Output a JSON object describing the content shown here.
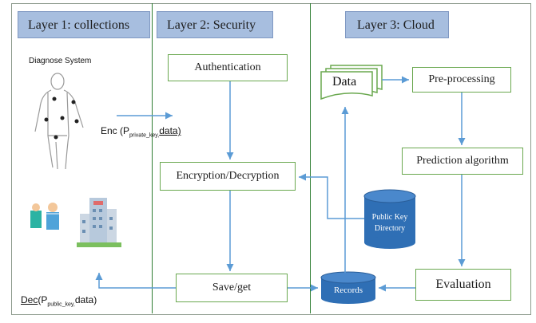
{
  "layers": {
    "layer1": "Layer 1: collections",
    "layer2": "Layer 2: Security",
    "layer3": "Layer 3: Cloud"
  },
  "layer1": {
    "diagnose_system": "Diagnose System",
    "enc_prefix": "Enc (P",
    "enc_sub": "private_key,",
    "enc_suffix": "data)",
    "dec_prefix": "Dec",
    "dec_mid": "(P",
    "dec_sub": "public_key,",
    "dec_suffix": "data)"
  },
  "layer2": {
    "authentication": "Authentication",
    "encryption": "Encryption/Decryption",
    "save_get": "Save/get"
  },
  "layer3": {
    "data": "Data",
    "preprocessing": "Pre-processing",
    "prediction": "Prediction algorithm",
    "evaluation": "Evaluation",
    "public_key_directory": "Public Key Directory",
    "records": "Records"
  },
  "colors": {
    "header_bg": "#a7bedf",
    "box_border": "#6aa84f",
    "arrow": "#5b9bd5",
    "cylinder": "#2f6fb5",
    "column_border": "#2e7d32"
  }
}
